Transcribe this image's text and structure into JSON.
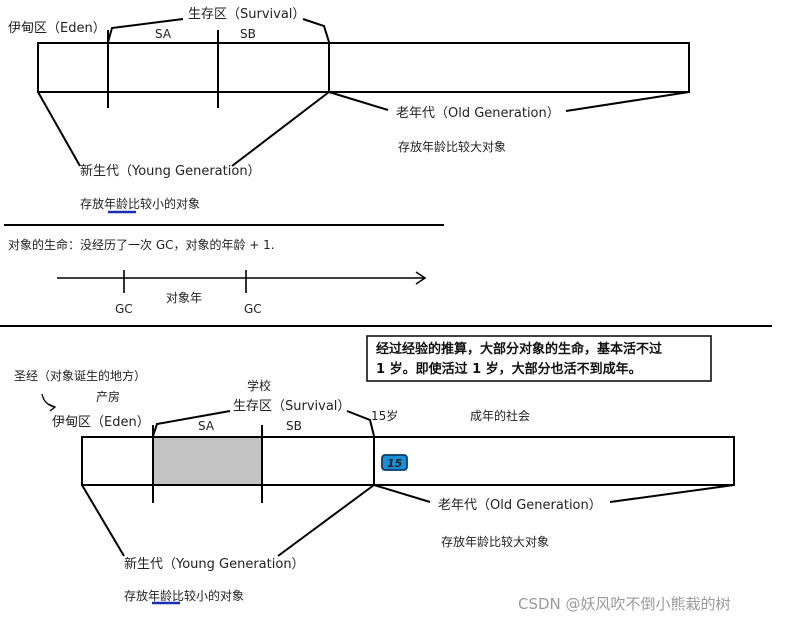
{
  "diagram1": {
    "eden": "伊甸区（Eden）",
    "survival": "生存区（Survival）",
    "sa": "SA",
    "sb": "SB",
    "old_gen": "老年代（Old Generation）",
    "old_desc": "存放年龄比较大对象",
    "young_gen": "新生代（Young Generation）",
    "young_desc": "存放年龄比较小的对象"
  },
  "timeline": {
    "life_text": "对象的生命：没经历了一次 GC，对象的年龄 + 1.",
    "gc1": "GC",
    "age": "对象年",
    "gc2": "GC"
  },
  "diagram2": {
    "note_line1": "经过经验的推算，大部分对象的生命，基本活不过",
    "note_line2": "1 岁。即使活过 1 岁，大部分也活不到成年。",
    "holy": "圣经（对象诞生的地方）",
    "maternity": "产房",
    "eden": "伊甸区（Eden）",
    "school": "学校",
    "survival": "生存区（Survival）",
    "sa": "SA",
    "sb": "SB",
    "age15": "15岁",
    "society": "成年的社会",
    "badge": "15",
    "old_gen": "老年代（Old Generation）",
    "old_desc": "存放年龄比较大对象",
    "young_gen": "新生代（Young Generation）",
    "young_desc": "存放年龄比较小的对象"
  },
  "watermark": "CSDN @妖风吹不倒小熊栽的树",
  "colors": {
    "line": "#000000",
    "shaded": "#c3c3c3",
    "badge_fill": "#1a8fd8",
    "badge_border": "#0a3d66",
    "underline": "#1a2fb0"
  }
}
